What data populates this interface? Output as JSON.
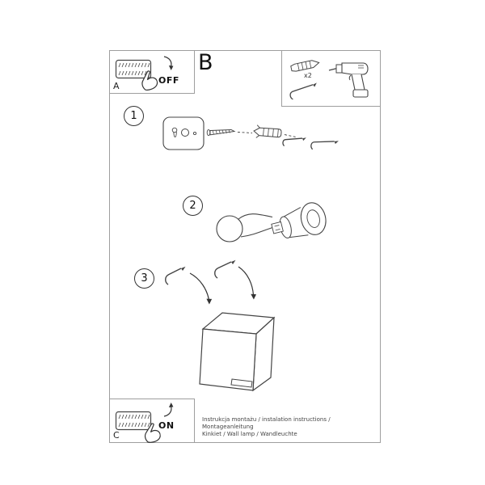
{
  "sheet": {
    "panel_a": {
      "label": "A",
      "state": "OFF"
    },
    "section_label": "B",
    "tools": {
      "anchor_qty": "x2"
    },
    "steps": {
      "one": "1",
      "two": "2",
      "three": "3"
    },
    "panel_c": {
      "label": "C",
      "state": "ON"
    },
    "footer": {
      "line1": "Instrukcja montażu / instalation instructions / Montageanleitung",
      "line2": "Kinkiet / Wall lamp / Wandleuchte"
    }
  }
}
